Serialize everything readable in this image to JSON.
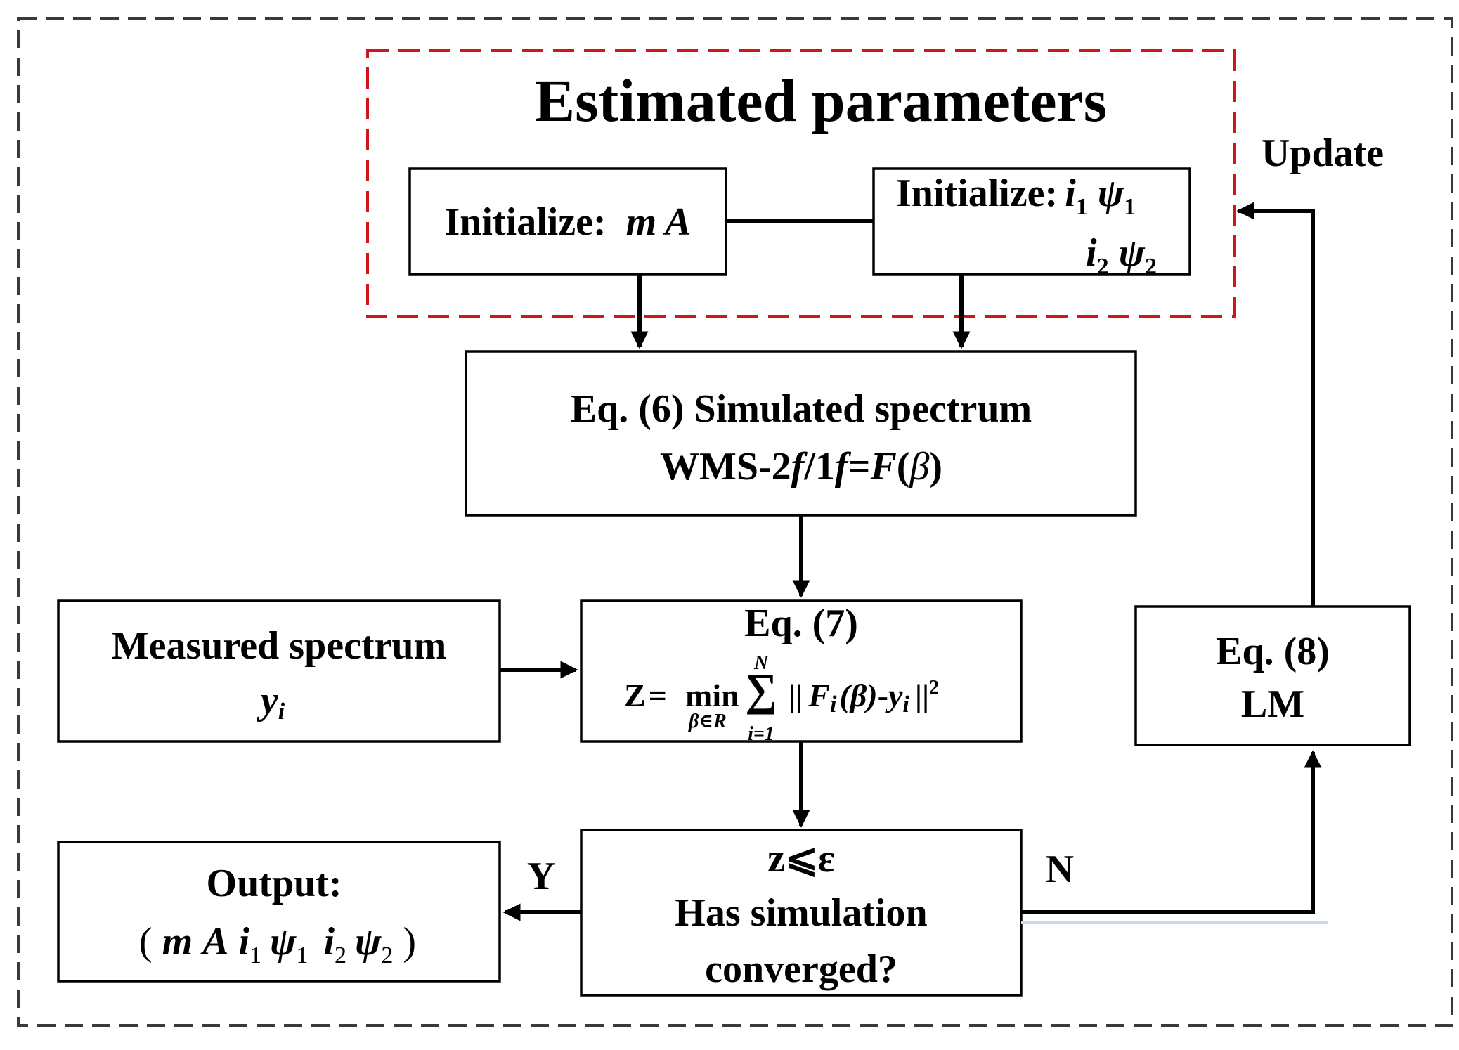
{
  "panel": {
    "title": "Estimated parameters",
    "update_label": "Update"
  },
  "init_left": {
    "label": "Initialize:",
    "vars": "m A"
  },
  "init_right": {
    "label": "Initialize:",
    "row1": {
      "v1": "i",
      "s1": "1",
      "v2": "ψ",
      "s2": "1"
    },
    "row2": {
      "v1": "i",
      "s1": "2",
      "v2": "ψ",
      "s2": "2"
    }
  },
  "eq6": {
    "line1": "Eq. (6) Simulated spectrum",
    "line2": {
      "prefix": "WMS-2",
      "f1": "f",
      "mid": "/1",
      "f2": "f",
      "eq": "=",
      "F": "F",
      "open": "(",
      "beta": "β",
      "close": ")"
    }
  },
  "measured": {
    "line1": "Measured spectrum",
    "y": "y",
    "ysub": "i"
  },
  "eq7": {
    "title": "Eq. (7)",
    "lhs": "Z",
    "eq": "=",
    "min": "min",
    "min_sub": "β∈R",
    "sum_sym": "∑",
    "sum_top": "N",
    "sum_bot": "i=1",
    "norm_open": "||",
    "F": "F",
    "Fsub": "i",
    "arg": "(β)",
    "minus": "-",
    "y": "y",
    "ysub": "i",
    "norm_close": "||",
    "power": "2"
  },
  "eq8": {
    "line1": "Eq. (8)",
    "line2": "LM"
  },
  "decision": {
    "condition": "z⩽ε",
    "line2": "Has simulation",
    "line3": "converged?"
  },
  "yes_label": "Y",
  "no_label": "N",
  "output": {
    "line1": "Output:",
    "open": "(",
    "m": "m",
    "A": "A",
    "i1": "i",
    "i1s": "1",
    "p1": "ψ",
    "p1s": "1",
    "i2": "i",
    "i2s": "2",
    "p2": "ψ",
    "p2s": "2",
    "close": ")"
  }
}
